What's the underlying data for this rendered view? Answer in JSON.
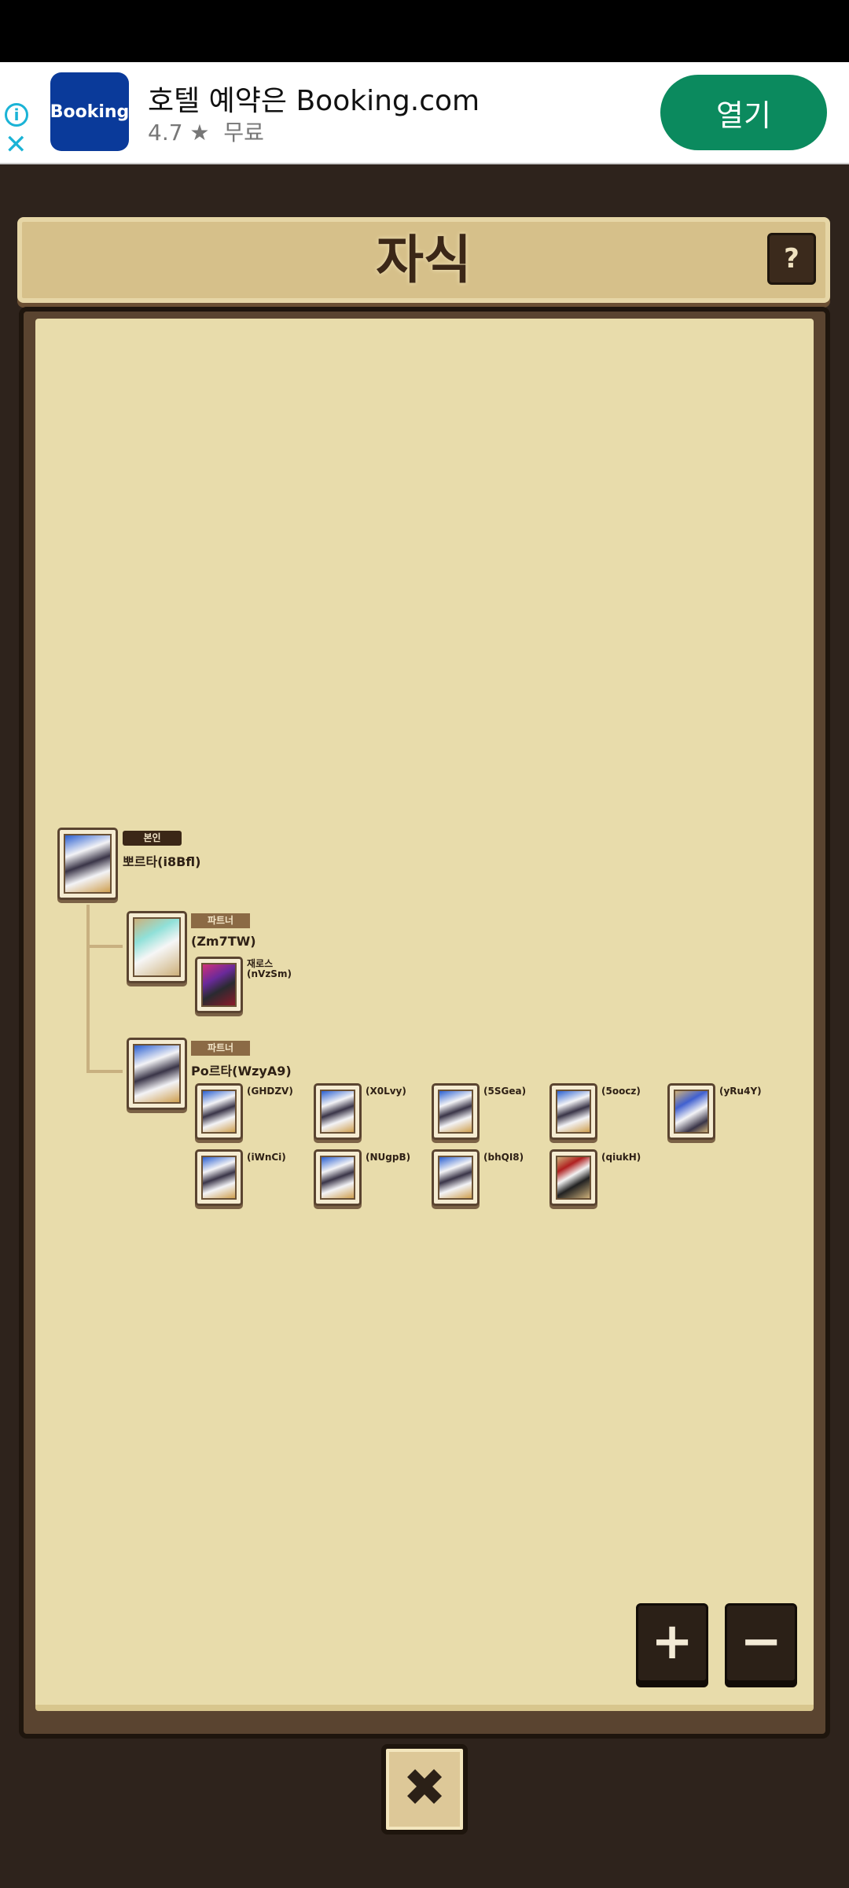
{
  "ad": {
    "info_icon": "info-icon",
    "close_icon": "close-icon",
    "logo_text": "Booking",
    "title": "호텔 예약은 Booking.com",
    "rating": "4.7 ★",
    "price": "무료",
    "open_label": "열기"
  },
  "header": {
    "title": "자식",
    "help_label": "?"
  },
  "tree": {
    "self": {
      "badge": "본인",
      "name": "뽀르타(i8Bfl)"
    },
    "partners": [
      {
        "badge": "파트너",
        "name": "(Zm7TW)",
        "children": [
          "재로스(nVzSm)"
        ]
      },
      {
        "badge": "파트너",
        "name": "Po르타(WzyA9)",
        "children": [
          "(GHDZV)",
          "(X0Lvy)",
          "(5SGea)",
          "(5oocz)",
          "(yRu4Y)",
          "(iWnCi)",
          "(NUgpB)",
          "(bhQI8)",
          "(qiukH)"
        ]
      }
    ]
  },
  "controls": {
    "zoom_in": "+",
    "zoom_out": "−",
    "close": "✖"
  }
}
